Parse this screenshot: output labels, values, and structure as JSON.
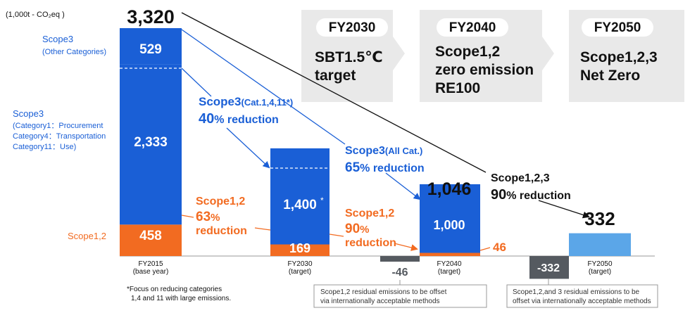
{
  "chart_data": {
    "type": "bar",
    "unit_label": "(1,000t - CO₂eq )",
    "categories": [
      {
        "label": "FY2015",
        "sublabel": "(base year)"
      },
      {
        "label": "FY2030",
        "sublabel": "(target)"
      },
      {
        "label": "FY2040",
        "sublabel": "(target)"
      },
      {
        "label": "FY2050",
        "sublabel": "(target)"
      }
    ],
    "series": [
      {
        "name": "Scope1,2",
        "color": "#f26b21",
        "values": [
          458,
          169,
          46,
          null
        ]
      },
      {
        "name": "Scope3 (Category1: Procurement Category4: Transportation Category11: Use)",
        "color": "#1a5fd6",
        "values": [
          2333,
          1400,
          null,
          null
        ]
      },
      {
        "name": "Scope3 (Other Categories)",
        "color": "#1a5fd6",
        "values": [
          529,
          null,
          null,
          null
        ]
      },
      {
        "name": "Scope3 (All Cat.)",
        "color": "#1a5fd6",
        "values": [
          null,
          null,
          1000,
          null
        ]
      },
      {
        "name": "Scope1,2,3",
        "color": "#5ba6e8",
        "values": [
          null,
          null,
          null,
          332
        ]
      }
    ],
    "totals": [
      3320,
      null,
      1046,
      332
    ],
    "offsets": [
      null,
      null,
      -46,
      -332
    ],
    "offset_color": "#555a60",
    "data_labels": {
      "total_2015": "3,320",
      "scope3_other_2015": "529",
      "scope3_main_2015": "2,333",
      "scope12_2015": "458",
      "scope3_2030": "1,400",
      "scope3_2030_note": "*",
      "scope12_2030": "169",
      "total_2040": "1,046",
      "scope3_2040": "1,000",
      "scope12_2040": "46",
      "offset_2040": "-46",
      "total_2050": "332",
      "offset_2050": "-332"
    },
    "left_labels": {
      "scope3_other_a": "Scope3",
      "scope3_other_b": "(Other Categories)",
      "scope3_main_a": "Scope3",
      "scope3_main_b": "(Category1：Procurement",
      "scope3_main_c": "Category4：Transportation",
      "scope3_main_d": "Category11：Use)",
      "scope12": "Scope1,2"
    },
    "annotations": {
      "a1_line1_main": "Scope3",
      "a1_line1_small": "(Cat.1,4,11*)",
      "a1_pct": "40",
      "a1_rest": "% reduction",
      "a2_line1_main": "Scope3",
      "a2_line1_small": "(All Cat.)",
      "a2_pct": "65",
      "a2_rest": "% reduction",
      "a3_line1": "Scope1,2",
      "a3_pct": "63",
      "a3_pctsign": "%",
      "a3_line3": "reduction",
      "a4_line1": "Scope1,2",
      "a4_pct": "90",
      "a4_pctsign": "%",
      "a4_line3": "reduction",
      "a5_line1": "Scope1,2,3",
      "a5_pct": "90",
      "a5_rest": "% reduction"
    },
    "footnote": {
      "line1": "*Focus on reducing categories",
      "line2": "1,4 and 11 with large emissions."
    },
    "offset_notes": [
      {
        "line1": "Scope1,2 residual emissions to be offset",
        "line2": "via internationally acceptable methods"
      },
      {
        "line1": "Scope1,2,and 3 residual emissions to be",
        "line2": "offset via internationally acceptable methods"
      }
    ],
    "colors": {
      "orange_text": "#f26b21",
      "blue_text": "#1a5fd6",
      "panel_bg": "#e9e9e9"
    }
  },
  "milestones": [
    {
      "year": "FY2030",
      "lines": [
        "SBT1.5℃",
        "target"
      ]
    },
    {
      "year": "FY2040",
      "lines": [
        "Scope1,2",
        "zero emission",
        "RE100"
      ]
    },
    {
      "year": "FY2050",
      "lines": [
        "Scope1,2,3",
        "Net Zero"
      ]
    }
  ]
}
